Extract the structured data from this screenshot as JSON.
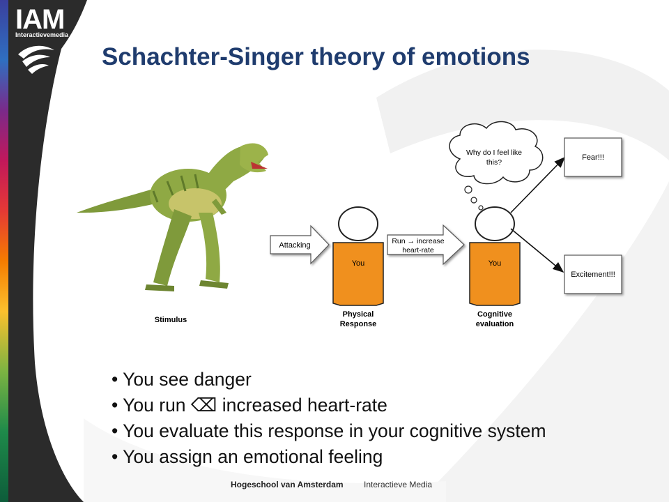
{
  "logo": {
    "name": "IAM",
    "subtitle": "Interactievemedia"
  },
  "title": "Schachter-Singer theory of emotions",
  "diagram": {
    "stimulus_label": "Stimulus",
    "arrow1_label": "Attacking",
    "arrow2_label_line1": "Run → increase",
    "arrow2_label_line2": "heart-rate",
    "person1_label": "You",
    "person2_label": "You",
    "physical_line1": "Physical",
    "physical_line2": "Response",
    "cognitive_line1": "Cognitive",
    "cognitive_line2": "evaluation",
    "thought_line1": "Why do I feel like",
    "thought_line2": "this?",
    "fear_label": "Fear!!!",
    "excitement_label": "Excitement!!!"
  },
  "bullets": [
    "• You see danger",
    "• You run ⌫ increased heart-rate",
    "• You evaluate this response in your cognitive system",
    "• You assign an emotional feeling"
  ],
  "footer": {
    "school": "Hogeschool van Amsterdam",
    "dept": "Interactieve Media"
  },
  "colors": {
    "title": "#1f3c6e",
    "person": "#f0901e",
    "sidebar_dark": "#2b2b2b"
  }
}
